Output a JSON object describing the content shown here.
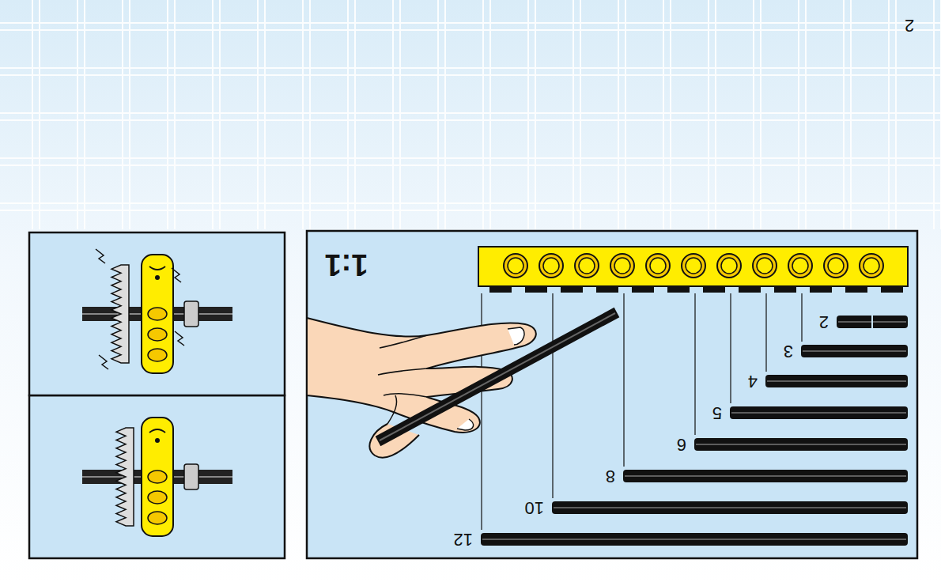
{
  "diagram": {
    "labels": [
      "2",
      "1:1",
      "2",
      "3",
      "4",
      "5",
      "6",
      "8",
      "10",
      "12"
    ]
  }
}
